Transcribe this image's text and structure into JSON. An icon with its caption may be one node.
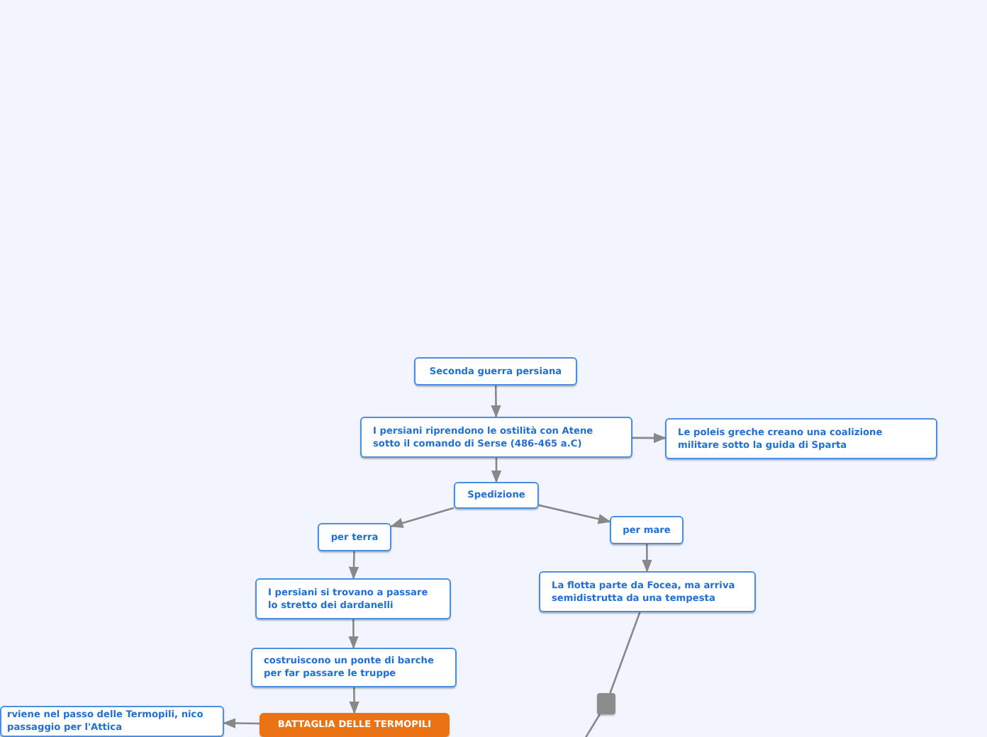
{
  "diagram": {
    "nodes": [
      {
        "text": [
          "Seconda guerra persiana"
        ]
      },
      {
        "text": [
          "I persiani riprendono le ostilità con Atene sotto il comando di Serse (486-465 a.C)"
        ]
      },
      {
        "text": [
          "Le poleis greche creano una coalizione militare sotto la guida di Sparta"
        ]
      },
      {
        "text": [
          "Spedizione"
        ]
      },
      {
        "text": [
          "per terra"
        ]
      },
      {
        "text": [
          "per mare"
        ]
      },
      {
        "text": [
          "I persiani si trovano a passare lo stretto dei dardanelli"
        ]
      },
      {
        "text": [
          "La flotta parte da Focea, ma arriva semidistrutta da una tempesta"
        ]
      },
      {
        "text": [
          "costruiscono un ponte di barche per far passare le truppe"
        ]
      },
      {
        "text": [
          "BATTAGLIA DELLE TERMOPILI"
        ]
      },
      {
        "text": [
          "rviene nel passo delle Termopili, nico passaggio per l'Attica"
        ]
      },
      {
        "text": [],
        "shape": "box"
      }
    ],
    "edges": [
      {
        "from": 0,
        "to": 1,
        "arrow": "to"
      },
      {
        "from": 1,
        "to": 2,
        "arrow": "to"
      },
      {
        "from": 1,
        "to": 3,
        "arrow": "to"
      },
      {
        "from": 3,
        "to": 4,
        "arrow": "to"
      },
      {
        "from": 3,
        "to": 5,
        "arrow": "to"
      },
      {
        "from": 4,
        "to": 6,
        "arrow": "to"
      },
      {
        "from": 5,
        "to": 7,
        "arrow": "to"
      },
      {
        "from": 6,
        "to": 8,
        "arrow": "to"
      },
      {
        "from": 8,
        "to": 9,
        "arrow": "to"
      },
      {
        "from": 9,
        "to": 10,
        "arrow": "to"
      },
      {
        "from": 7,
        "to": 11,
        "arrow": "none"
      },
      {
        "from": 11,
        "to": null,
        "arrow": "none"
      }
    ]
  }
}
